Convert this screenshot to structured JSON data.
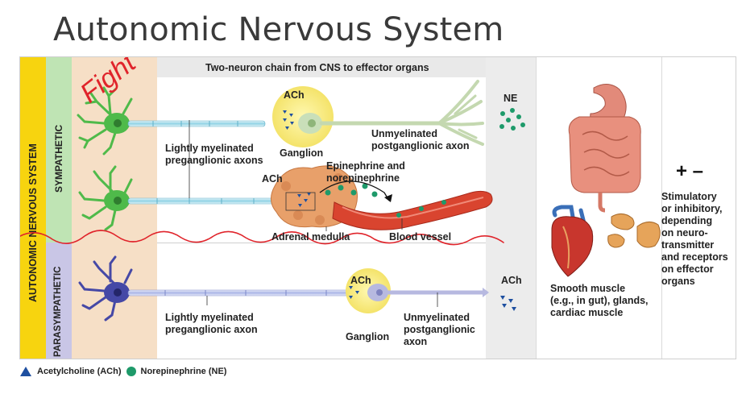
{
  "slide": {
    "title": "Autonomic Nervous System",
    "handwriting": "Fight"
  },
  "diagram": {
    "header": "Two-neuron chain from CNS to effector organs",
    "division_label": "AUTONOMIC NERVOUS SYSTEM",
    "sympathetic_label": "SYMPATHETIC",
    "parasympathetic_label": "PARASYMPATHETIC",
    "sympathetic": {
      "ach_top": "ACh",
      "ganglion": "Ganglion",
      "pre_axon_line1": "Lightly myelinated",
      "pre_axon_line2": "preganglionic axons",
      "post_axon_line1": "Unmyelinated",
      "post_axon_line2": "postganglionic axon",
      "ne": "NE",
      "ach_adrenal": "ACh",
      "epi_line1": "Epinephrine and",
      "epi_line2": "norepinephrine",
      "adrenal": "Adrenal medulla",
      "blood_vessel": "Blood vessel"
    },
    "parasympathetic": {
      "ach_ganglion": "ACh",
      "ganglion": "Ganglion",
      "pre_axon_line1": "Lightly myelinated",
      "pre_axon_line2": "preganglionic axon",
      "post_axon_line1": "Unmyelinated",
      "post_axon_line2": "postganglionic",
      "post_axon_line3": "axon",
      "ach_effector": "ACh"
    },
    "effectors": {
      "line1": "Smooth muscle",
      "line2": "(e.g., in gut), glands,",
      "line3": "cardiac muscle"
    },
    "effect": {
      "signs": "+ –",
      "lines": [
        "Stimulatory",
        "or inhibitory,",
        "depending",
        "on neuro-",
        "transmitter",
        "and receptors",
        "on effector",
        "organs"
      ]
    },
    "legend": {
      "ach": "Acetylcholine (ACh)",
      "ne": "Norepinephrine (NE)"
    },
    "colors": {
      "ans_bar": "#f7d40f",
      "symp_bar": "#bfe4b4",
      "para_bar": "#c9c6e6",
      "cns_zone": "#f6dfc6",
      "neuron_green": "#4fba4a",
      "neuron_blue": "#4548a6",
      "ach_triangle": "#1e4fa0",
      "ne_dot": "#1e9a6a",
      "annotation_red": "#e0242b",
      "vessel": "#d9442f"
    }
  }
}
